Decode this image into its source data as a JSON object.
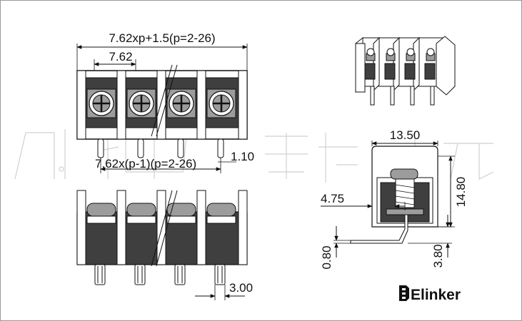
{
  "drawing": {
    "dimensions": {
      "total_width": "7.62xp+1.5(p=2-26)",
      "pitch": "7.62",
      "pin_span": "7.62x(p-1)(p=2-26)",
      "pin_width": "1.10",
      "pin_length": "3.00",
      "body_depth": "13.50",
      "height": "14.80",
      "pin_offset": "4.75",
      "pin_thickness": "0.80",
      "standoff": "3.80"
    },
    "logo_text": "Elinker"
  },
  "colors": {
    "line": "#111111",
    "body_fill": "#3f3f3f",
    "screw_fill": "#9c9c9c",
    "watermark": "#cfcfcf"
  }
}
